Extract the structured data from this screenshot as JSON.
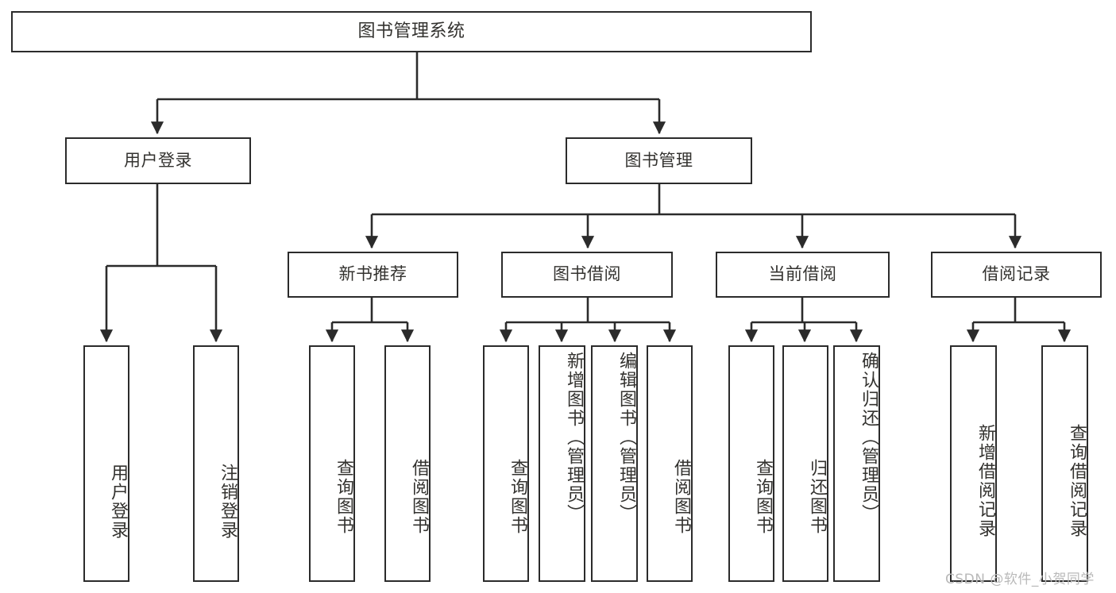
{
  "diagram": {
    "title": "图书管理系统",
    "watermark": "CSDN @软件_小贺同学",
    "line_color": "#2b2b2b",
    "text_color": "#33322f",
    "background": "#ffffff",
    "watermark_color": "#b9b9b9"
  },
  "nodes": {
    "root": {
      "label": "图书管理系统"
    },
    "level2": [
      {
        "id": "user-login",
        "label": "用户登录"
      },
      {
        "id": "book-manage",
        "label": "图书管理"
      }
    ],
    "level3": [
      {
        "id": "new-book-recommend",
        "label": "新书推荐"
      },
      {
        "id": "book-borrow",
        "label": "图书借阅"
      },
      {
        "id": "current-borrow",
        "label": "当前借阅"
      },
      {
        "id": "borrow-record",
        "label": "借阅记录"
      }
    ],
    "leaves": [
      {
        "id": "leaf-user-login",
        "label": "用户登录",
        "parent": "user-login"
      },
      {
        "id": "leaf-logout-login",
        "label": "注销登录",
        "parent": "user-login"
      },
      {
        "id": "leaf-query-book-1",
        "label": "查询图书",
        "parent": "new-book-recommend"
      },
      {
        "id": "leaf-borrow-book-1",
        "label": "借阅图书",
        "parent": "new-book-recommend"
      },
      {
        "id": "leaf-query-book-2",
        "label": "查询图书",
        "parent": "book-borrow"
      },
      {
        "id": "leaf-add-book",
        "label": "新增图书（管理员）",
        "parent": "book-borrow"
      },
      {
        "id": "leaf-edit-book",
        "label": "编辑图书（管理员）",
        "parent": "book-borrow"
      },
      {
        "id": "leaf-borrow-book-2",
        "label": "借阅图书",
        "parent": "book-borrow"
      },
      {
        "id": "leaf-query-book-3",
        "label": "查询图书",
        "parent": "current-borrow"
      },
      {
        "id": "leaf-return-book",
        "label": "归还图书",
        "parent": "current-borrow"
      },
      {
        "id": "leaf-confirm-return",
        "label": "确认归还（管理员）",
        "parent": "current-borrow"
      },
      {
        "id": "leaf-add-record",
        "label": "新增借阅记录",
        "parent": "borrow-record"
      },
      {
        "id": "leaf-query-record",
        "label": "查询借阅记录",
        "parent": "borrow-record"
      }
    ]
  }
}
